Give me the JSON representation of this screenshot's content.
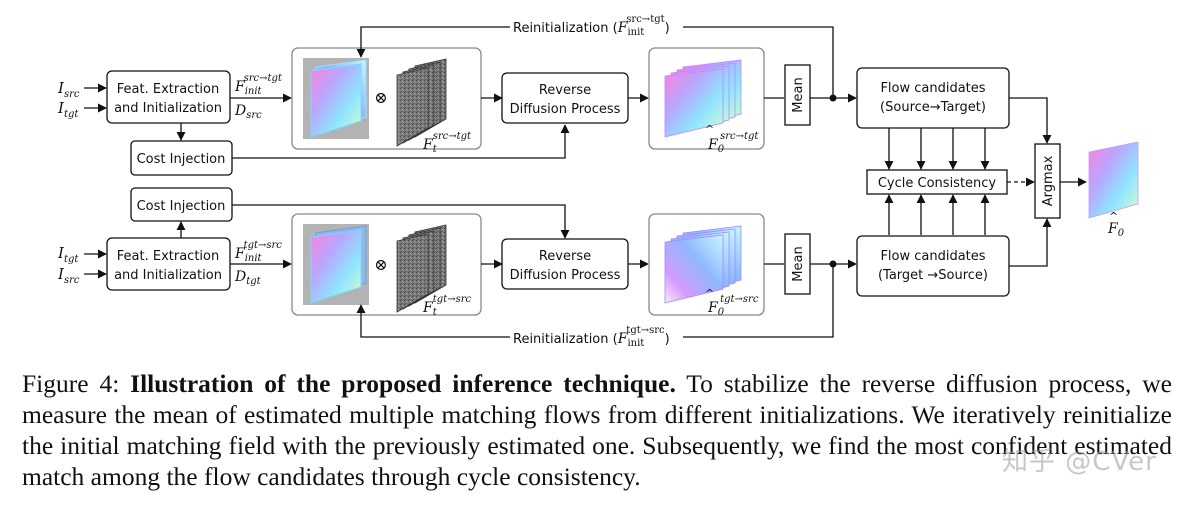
{
  "inputs": {
    "top_src": "I",
    "top_src_sub": "src",
    "top_tgt": "I",
    "top_tgt_sub": "tgt",
    "bot_tgt": "I",
    "bot_tgt_sub": "tgt",
    "bot_src": "I",
    "bot_src_sub": "src"
  },
  "boxes": {
    "feat_line1": "Feat. Extraction",
    "feat_line2": "and Initialization",
    "cost_injection": "Cost Injection",
    "reverse_line1": "Reverse",
    "reverse_line2": "Diffusion Process",
    "mean": "Mean",
    "flow_top_line1": "Flow candidates",
    "flow_top_line2": "(Source→Target)",
    "flow_bot_line1": "Flow candidates",
    "flow_bot_line2": "(Target →Source)",
    "cycle": "Cycle Consistency",
    "argmax": "Argmax"
  },
  "labels": {
    "reinit_top": "Reinitialization (",
    "reinit_top_sup": "src→tgt",
    "reinit_top_sub": "init",
    "reinit_bot": "Reinitialization (",
    "reinit_bot_sup": "tgt→src",
    "reinit_bot_sub": "init",
    "F": "F",
    "close_paren": ")",
    "top_init_sup": "src→tgt",
    "top_init_sub": "init",
    "top_D": "D",
    "top_D_sub": "src",
    "bot_init_sup": "tgt→src",
    "bot_init_sub": "init",
    "bot_D": "D",
    "bot_D_sub": "tgt",
    "top_ft_sup": "src→tgt",
    "top_ft_sub": "t",
    "bot_ft_sup": "tgt→src",
    "bot_ft_sub": "t",
    "top_f0_sup": "src→tgt",
    "top_f0_sub": "0",
    "bot_f0_sup": "tgt→src",
    "bot_f0_sub": "0",
    "final_sub": "0",
    "otimes": "⊗"
  },
  "caption": {
    "prefix": "Figure 4: ",
    "bold": "Illustration of the proposed inference technique.",
    "body": " To stabilize the reverse diffusion process, we measure the mean of estimated multiple matching flows from different initializations. We iteratively reinitialize the initial matching field with the previously estimated one. Subsequently, we find the most confident estimated match among the flow candidates through cycle consistency."
  },
  "watermark": "知乎 @CVer",
  "colors": {
    "stroke": "#111111",
    "panel": "#888888",
    "gray_bg": "#b3b3b3"
  }
}
